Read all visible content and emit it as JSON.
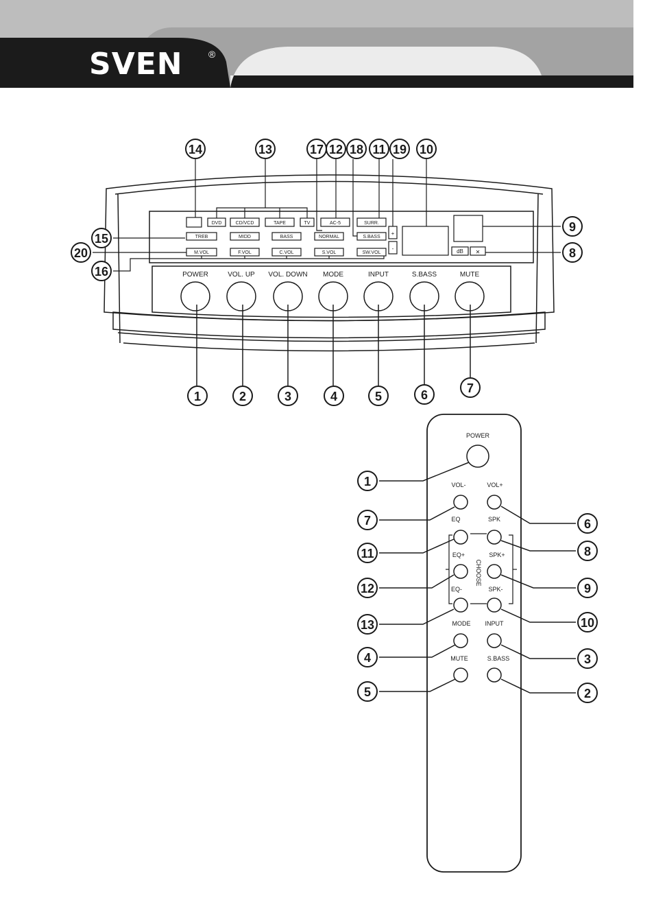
{
  "brand": {
    "name": "SVEN",
    "trademark": "®"
  },
  "console": {
    "top_labels": [
      "14",
      "13",
      "17",
      "12",
      "18",
      "11",
      "19",
      "10"
    ],
    "side_labels_left": [
      "15",
      "20",
      "16"
    ],
    "side_labels_right": [
      "9",
      "8"
    ],
    "row1_buttons": [
      "DVD",
      "CD/VCD",
      "TAPE",
      "TV",
      "AC-5",
      "SURR."
    ],
    "row2_buttons": [
      "TREB",
      "MIDD",
      "BASS",
      "NORMAL",
      "S.BASS"
    ],
    "row3_buttons": [
      "M.VOL",
      "F.VOL",
      "C.VOL",
      "S.VOL",
      "SW.VOL"
    ],
    "indicators": {
      "plus": "+",
      "minus": "-",
      "db": "dB",
      "mute_x": "✕"
    },
    "knobs": [
      {
        "label": "POWER",
        "number": "1"
      },
      {
        "label": "VOL. UP",
        "number": "2"
      },
      {
        "label": "VOL. DOWN",
        "number": "3"
      },
      {
        "label": "MODE",
        "number": "4"
      },
      {
        "label": "INPUT",
        "number": "5"
      },
      {
        "label": "S.BASS",
        "number": "6"
      },
      {
        "label": "MUTE",
        "number": "7"
      }
    ]
  },
  "remote": {
    "power": "POWER",
    "vol_minus": "VOL-",
    "vol_plus": "VOL+",
    "eq": "EQ",
    "spk": "SPK",
    "eq_plus": "EQ+",
    "spk_plus": "SPK+",
    "eq_minus": "EQ-",
    "spk_minus": "SPK-",
    "choose": "CHOOSE",
    "mode": "MODE",
    "input": "INPUT",
    "mute": "MUTE",
    "sbass": "S.BASS",
    "left_callouts": [
      "1",
      "7",
      "11",
      "12",
      "13",
      "4",
      "5"
    ],
    "right_callouts": [
      "6",
      "8",
      "9",
      "10",
      "3",
      "2"
    ]
  }
}
